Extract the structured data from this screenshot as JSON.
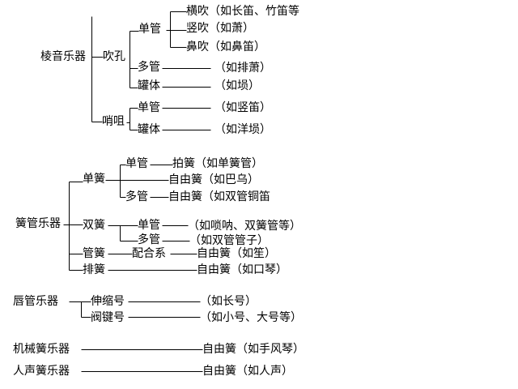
{
  "colors": {
    "line": "#000000",
    "text": "#000000",
    "background": "#ffffff"
  },
  "g1": {
    "root": "棱音乐器",
    "chuikong": "吹孔",
    "danguan": "单管",
    "hengchui": "横吹（如长笛、竹笛等",
    "shuchui": "竖吹（如萧）",
    "bichui": "鼻吹（如鼻笛）",
    "duoguan": "多管",
    "paixiao": "（如排萧）",
    "guanti": "罐体",
    "xun": "（如埙）",
    "shaoju": "哨咀",
    "danguan2": "单管",
    "shudi": "（如竖笛）",
    "guanti2": "罐体",
    "yangxun": "（如洋埙）"
  },
  "g2": {
    "root": "簧管乐器",
    "danhuang": "单簧",
    "danguan": "单管",
    "pai_huang": "拍簧（如单簧管）",
    "ziyou_bawu": "自由簧（如巴乌）",
    "duoguan": "多管",
    "ziyou_tongdi": "自由簧（如双管铜笛",
    "shuanghuang": "双簧",
    "danguan2": "单管",
    "suona": "（如唢呐、双簧管等）",
    "duoguan2": "多管",
    "guanzi": "（如双管管子）",
    "guanhuang": "管簧",
    "peihexi": "配合系",
    "ziyou_sheng": "自由簧（如笙）",
    "paihuang": "排簧",
    "ziyou_kouqin": "自由簧（如口琴）"
  },
  "g3": {
    "root": "唇管乐器",
    "shensuo": "伸缩号",
    "changhao": "（如长号）",
    "fajian": "阀键号",
    "xiaohao": "（如小号、大号等）"
  },
  "g4": {
    "root": "机械簧乐器",
    "shoufeng": "自由簧（如手风琴）"
  },
  "g5": {
    "root": "人声簧乐器",
    "rensheng": "自由簧（如人声）"
  }
}
